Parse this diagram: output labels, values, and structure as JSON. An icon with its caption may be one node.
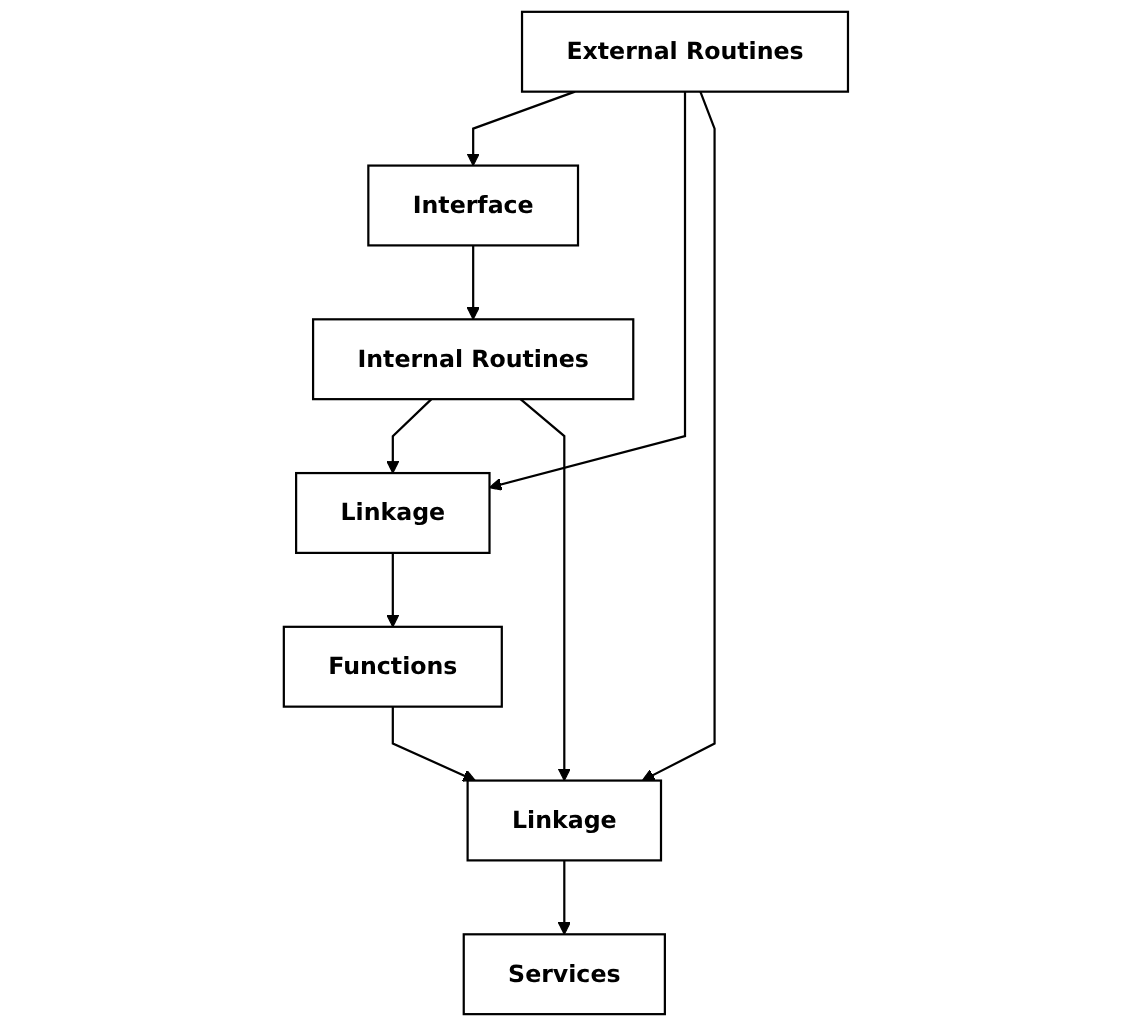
{
  "diagram": {
    "nodes": [
      {
        "text": [
          "External Routines"
        ]
      },
      {
        "text": [
          "Interface"
        ]
      },
      {
        "text": [
          "Internal Routines"
        ]
      },
      {
        "text": [
          "Linkage"
        ]
      },
      {
        "text": [
          "Functions"
        ]
      },
      {
        "text": [
          "Linkage"
        ]
      },
      {
        "text": [
          "Services"
        ]
      }
    ],
    "edges": [
      {
        "from": 0,
        "to": 1,
        "arrow": "to"
      },
      {
        "from": 1,
        "to": 2,
        "arrow": "to"
      },
      {
        "from": 2,
        "to": 3,
        "arrow": "to"
      },
      {
        "from": 0,
        "to": 3,
        "arrow": "to"
      },
      {
        "from": 3,
        "to": 4,
        "arrow": "to"
      },
      {
        "from": 4,
        "to": 5,
        "arrow": "to"
      },
      {
        "from": 0,
        "to": 5,
        "arrow": "to"
      },
      {
        "from": 2,
        "to": 5,
        "arrow": "to"
      },
      {
        "from": 5,
        "to": 6,
        "arrow": "to"
      }
    ]
  }
}
